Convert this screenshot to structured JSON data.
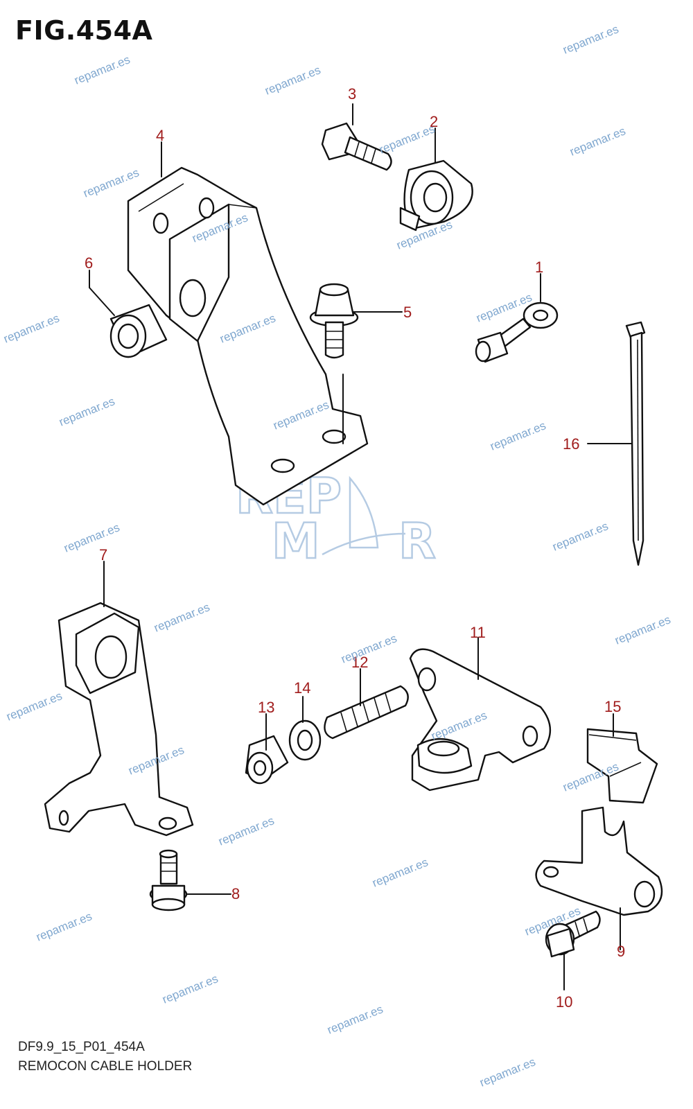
{
  "figure": {
    "title": "FIG.454A",
    "code": "DF9.9_15_P01_454A",
    "description": "REMOCON CABLE HOLDER"
  },
  "watermark_text": "repamar.es",
  "logo_text": [
    "REP",
    "M",
    "R"
  ],
  "callouts": [
    {
      "id": "callout-1",
      "label": "1"
    },
    {
      "id": "callout-2",
      "label": "2"
    },
    {
      "id": "callout-3",
      "label": "3"
    },
    {
      "id": "callout-4",
      "label": "4"
    },
    {
      "id": "callout-5",
      "label": "5"
    },
    {
      "id": "callout-6",
      "label": "6"
    },
    {
      "id": "callout-7",
      "label": "7"
    },
    {
      "id": "callout-8",
      "label": "8"
    },
    {
      "id": "callout-9",
      "label": "9"
    },
    {
      "id": "callout-10",
      "label": "10"
    },
    {
      "id": "callout-11",
      "label": "11"
    },
    {
      "id": "callout-12",
      "label": "12"
    },
    {
      "id": "callout-13",
      "label": "13"
    },
    {
      "id": "callout-14",
      "label": "14"
    },
    {
      "id": "callout-15",
      "label": "15"
    },
    {
      "id": "callout-16",
      "label": "16"
    }
  ],
  "colors": {
    "callout": "#a01c1c",
    "watermark": "#7fa7cf",
    "linework": "#111111"
  }
}
